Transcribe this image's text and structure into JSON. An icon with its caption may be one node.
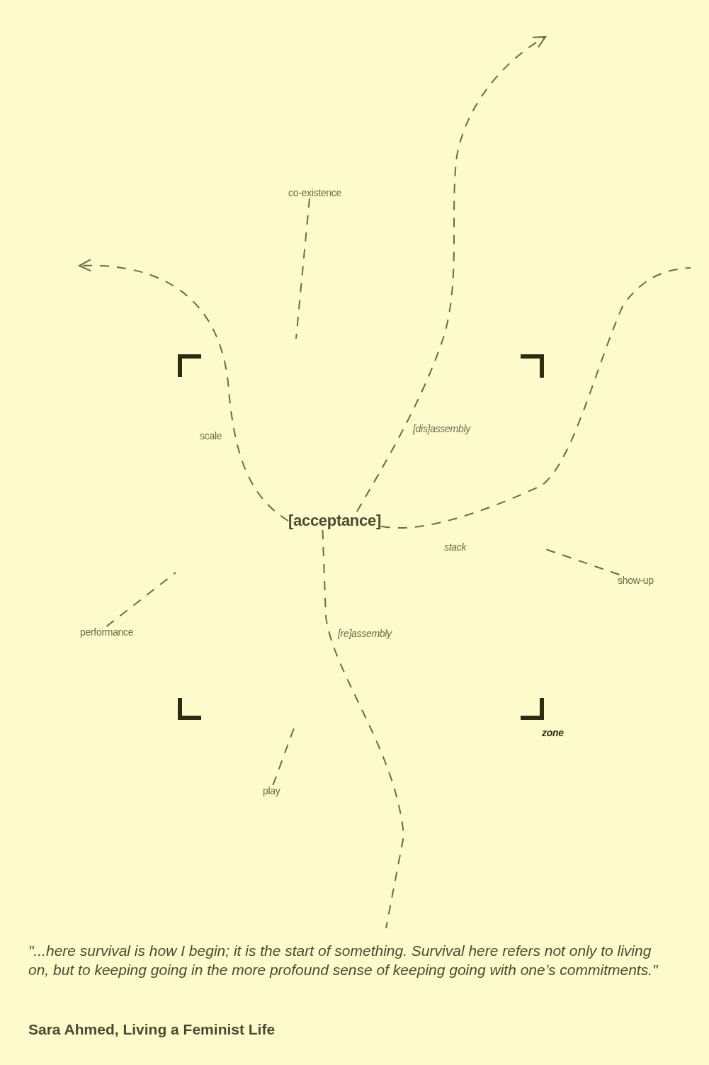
{
  "diagram": {
    "caption": "\"...here survival is how I begin; it is the start of something. Survival here refers not only to living on, but to keeping going in the more profound sense of keeping going with one’s commitments.\"",
    "nodes": [
      {
        "text": [
          "[acceptance]"
        ]
      },
      {
        "text": [
          "co-existence"
        ]
      },
      {
        "text": [
          "performance"
        ]
      },
      {
        "text": [
          "show-up"
        ]
      },
      {
        "text": [
          "play"
        ]
      }
    ],
    "edges": [
      {
        "from": 0,
        "to": null,
        "arrow": "to",
        "label": "[dis]assembly",
        "style": "dashed"
      },
      {
        "from": 0,
        "to": null,
        "arrow": "to",
        "label": "scale",
        "style": "dashed"
      },
      {
        "from": 0,
        "to": null,
        "arrow": "none",
        "label": "stack",
        "style": "dashed"
      },
      {
        "from": 0,
        "to": null,
        "arrow": "none",
        "label": "[re]assembly",
        "style": "dashed"
      },
      {
        "from": 1,
        "to": null,
        "arrow": "none",
        "style": "dashed"
      },
      {
        "from": 2,
        "to": null,
        "arrow": "none",
        "style": "dashed"
      },
      {
        "from": 3,
        "to": null,
        "arrow": "none",
        "style": "dashed"
      },
      {
        "from": 4,
        "to": null,
        "arrow": "none",
        "style": "dashed"
      }
    ],
    "labels": [
      "zone",
      "Sara Ahmed, Living a Feminist Life"
    ]
  }
}
